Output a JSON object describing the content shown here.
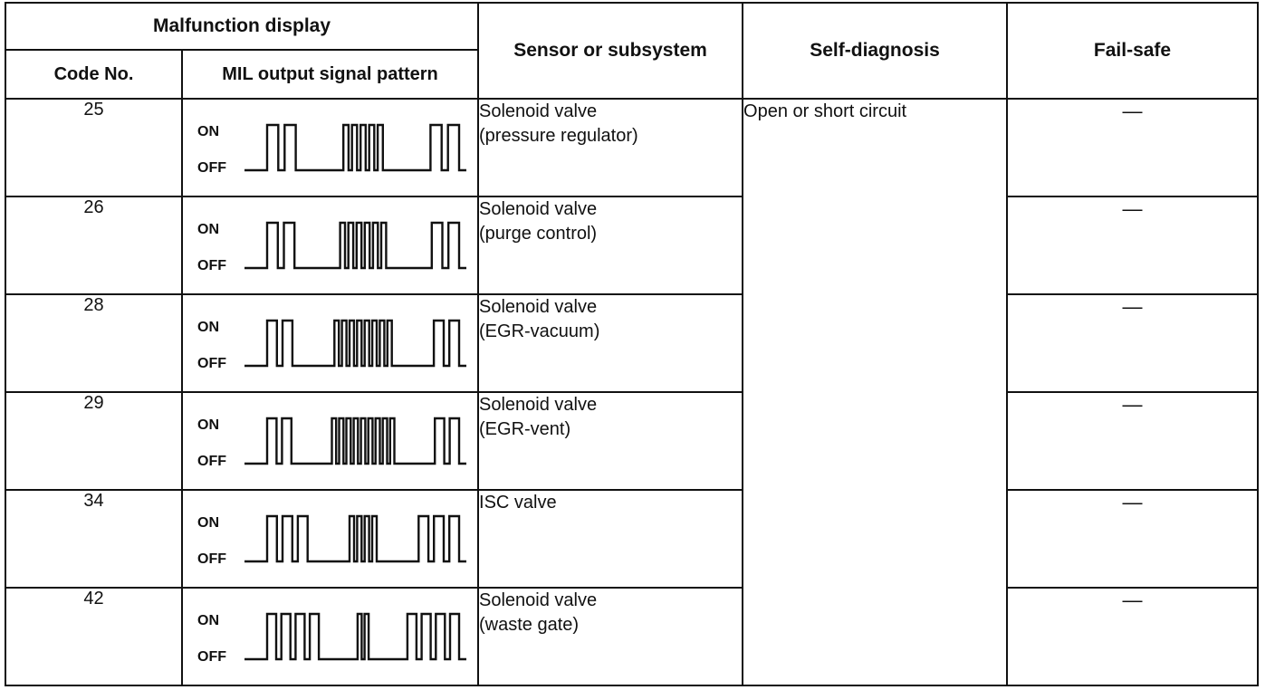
{
  "headers": {
    "malfunction_display": "Malfunction display",
    "code_no": "Code No.",
    "mil_pattern": "MIL output signal pattern",
    "sensor": "Sensor or subsystem",
    "self_diagnosis": "Self-diagnosis",
    "fail_safe": "Fail-safe"
  },
  "signal_labels": {
    "on": "ON",
    "off": "OFF"
  },
  "self_diagnosis_value": "Open or short circuit",
  "rows": [
    {
      "code": "25",
      "sensor_line1": "Solenoid valve",
      "sensor_line2": "(pressure regulator)",
      "fail_safe": "—",
      "pulses": [
        2,
        5,
        2
      ]
    },
    {
      "code": "26",
      "sensor_line1": "Solenoid valve",
      "sensor_line2": "(purge control)",
      "fail_safe": "—",
      "pulses": [
        2,
        6,
        2
      ]
    },
    {
      "code": "28",
      "sensor_line1": "Solenoid valve",
      "sensor_line2": "(EGR-vacuum)",
      "fail_safe": "—",
      "pulses": [
        2,
        8,
        2
      ]
    },
    {
      "code": "29",
      "sensor_line1": "Solenoid valve",
      "sensor_line2": "(EGR-vent)",
      "fail_safe": "—",
      "pulses": [
        2,
        9,
        2
      ]
    },
    {
      "code": "34",
      "sensor_line1": "ISC valve",
      "sensor_line2": "",
      "fail_safe": "—",
      "pulses": [
        3,
        4,
        3
      ]
    },
    {
      "code": "42",
      "sensor_line1": "Solenoid valve",
      "sensor_line2": "(waste gate)",
      "fail_safe": "—",
      "pulses": [
        4,
        2,
        4
      ]
    }
  ]
}
